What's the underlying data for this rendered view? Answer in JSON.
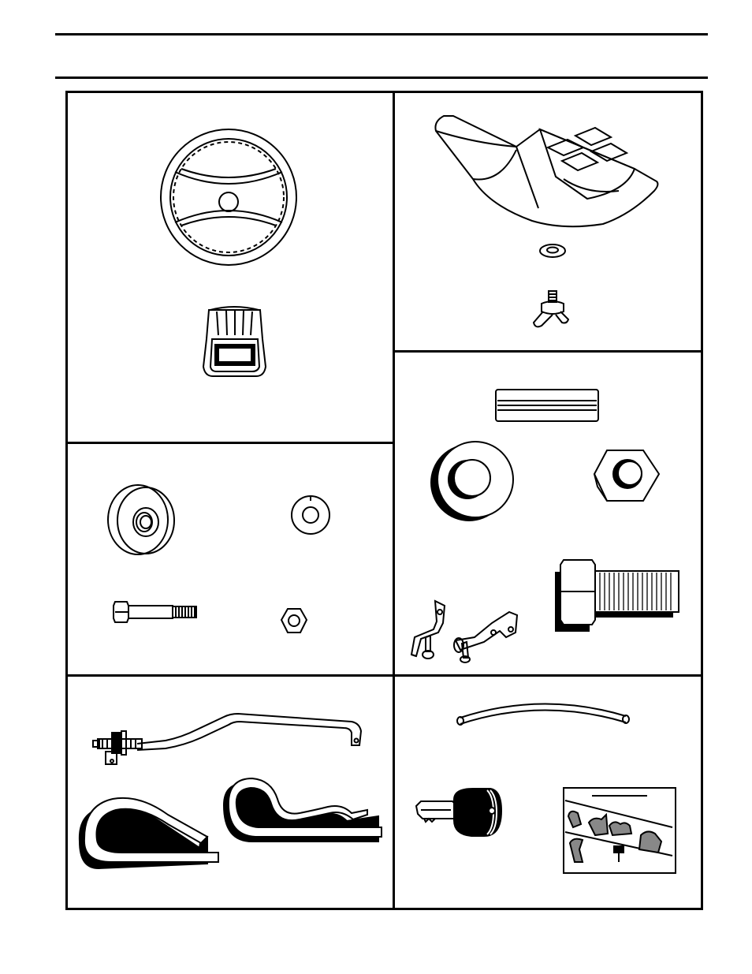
{
  "document": {
    "header_text": "",
    "panels": [
      {
        "id": "panel-steering",
        "parts": [
          "steering-wheel-icon",
          "steering-wheel-adapter-icon"
        ]
      },
      {
        "id": "panel-seat",
        "parts": [
          "seat-icon",
          "washer-icon",
          "seat-knob-icon"
        ]
      },
      {
        "id": "panel-deck-wheels",
        "parts": [
          "deck-wheel-icon",
          "flat-washer-icon",
          "shoulder-bolt-icon",
          "hex-nut-icon"
        ]
      },
      {
        "id": "panel-hardware",
        "parts": [
          "spacer-bar-icon",
          "large-washer-icon",
          "large-hex-nut-icon",
          "bracket-pin-icon",
          "bracket-pin-icon-2",
          "large-bolt-icon"
        ]
      },
      {
        "id": "panel-lift-link",
        "parts": [
          "lift-link-icon",
          "hairpin-clip-icon",
          "hairpin-clip-icon-2"
        ]
      },
      {
        "id": "panel-misc",
        "parts": [
          "hose-icon",
          "ignition-key-icon",
          "decal-icon"
        ]
      }
    ],
    "colors": {
      "ink": "#000000",
      "paper": "#ffffff",
      "decal_fill": "#888888"
    }
  }
}
